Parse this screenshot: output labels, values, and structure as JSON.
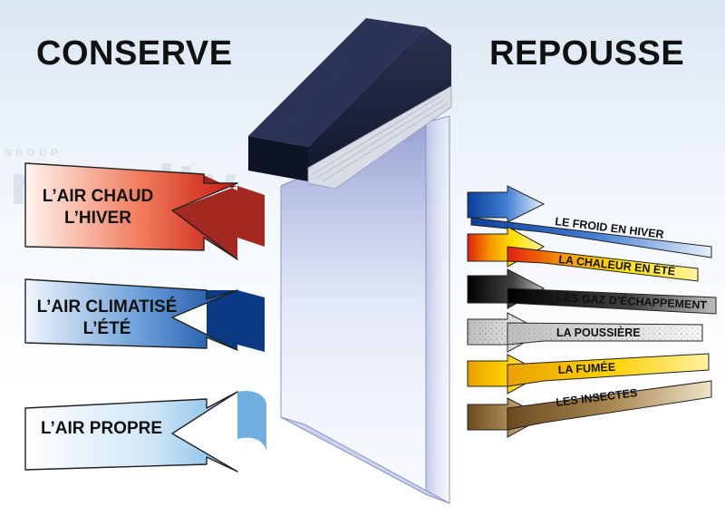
{
  "headings": {
    "conserve": "CONSERVE",
    "repousse": "REPOUSSE"
  },
  "watermark": {
    "top": "GROUP",
    "brand": "novelty"
  },
  "conserve_items": [
    {
      "line1": "L’AIR CHAUD",
      "line2": "L’HIVER"
    },
    {
      "line1": "L’AIR CLIMATISÉ",
      "line2": "L’ÉTÉ"
    },
    {
      "line1": "L’AIR PROPRE",
      "line2": ""
    }
  ],
  "repousse_items": [
    {
      "label": "LE FROID EN HIVER"
    },
    {
      "label": "LA CHALEUR EN ÉTÉ"
    },
    {
      "label": "LES GAZ D’ÉCHAPPEMENT"
    },
    {
      "label": "LA POUSSIÈRE"
    },
    {
      "label": "LA FUMÉE"
    },
    {
      "label": "LES INSECTES"
    }
  ],
  "colors": {
    "warm": "#e02a1a",
    "cool": "#1b5fb4",
    "clean": "#8fc4ea",
    "cold": "#1a4fa8",
    "heat": "#f5b800",
    "exhaust": "#1a1a1a",
    "dust": "#d9d9d9",
    "smoke": "#f0b400",
    "insects": "#8a6a3a",
    "unit": "#1d2440"
  }
}
